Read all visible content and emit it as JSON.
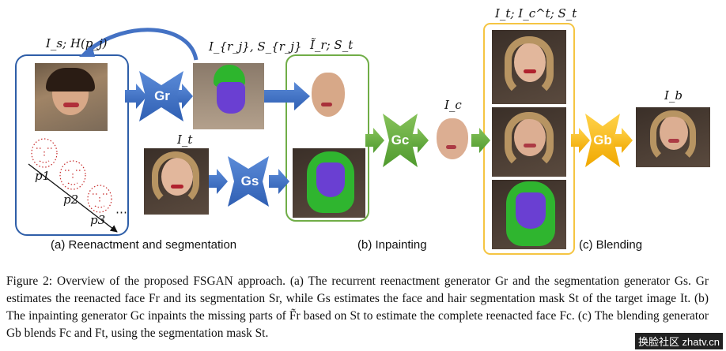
{
  "labels": {
    "input_source": "I_s; H(p_j)",
    "reenacted_top": "I_{r_j}, S_{r_j}",
    "target": "I_t",
    "inpaint_in": "Ĩ_r; S_t",
    "completed": "I_c",
    "blend_in": "I_t; I_c^t; S_t",
    "blended": "I_b",
    "landmark_1": "p1",
    "landmark_2": "p2",
    "landmark_3": "p3",
    "dots": "⋯"
  },
  "generators": {
    "g_r": "Gr",
    "g_s": "Gs",
    "g_c": "Gc",
    "g_b": "Gb"
  },
  "sections": {
    "a": "(a) Reenactment and segmentation",
    "b": "(b) Inpainting",
    "c": "(c) Blending"
  },
  "caption": "Figure 2: Overview of the proposed FSGAN approach. (a) The recurrent reenactment generator Gr and the segmentation generator Gs. Gr estimates the reenacted face Fr and its segmentation Sr, while Gs estimates the face and hair segmentation mask St of the target image It. (b) The inpainting generator Gc inpaints the missing parts of F̃r based on St to estimate the complete reenacted face Fc. (c) The blending generator Gb blends Fc and Ft, using the segmentation mask St.",
  "watermark": "换脸社区 zhatv.cn",
  "colors": {
    "blue": "#4472c4",
    "green": "#70ad47",
    "gold": "#ffc000",
    "box_blue": "#2e5ea8",
    "box_green": "#70ad47",
    "box_gold": "#f5c542"
  }
}
